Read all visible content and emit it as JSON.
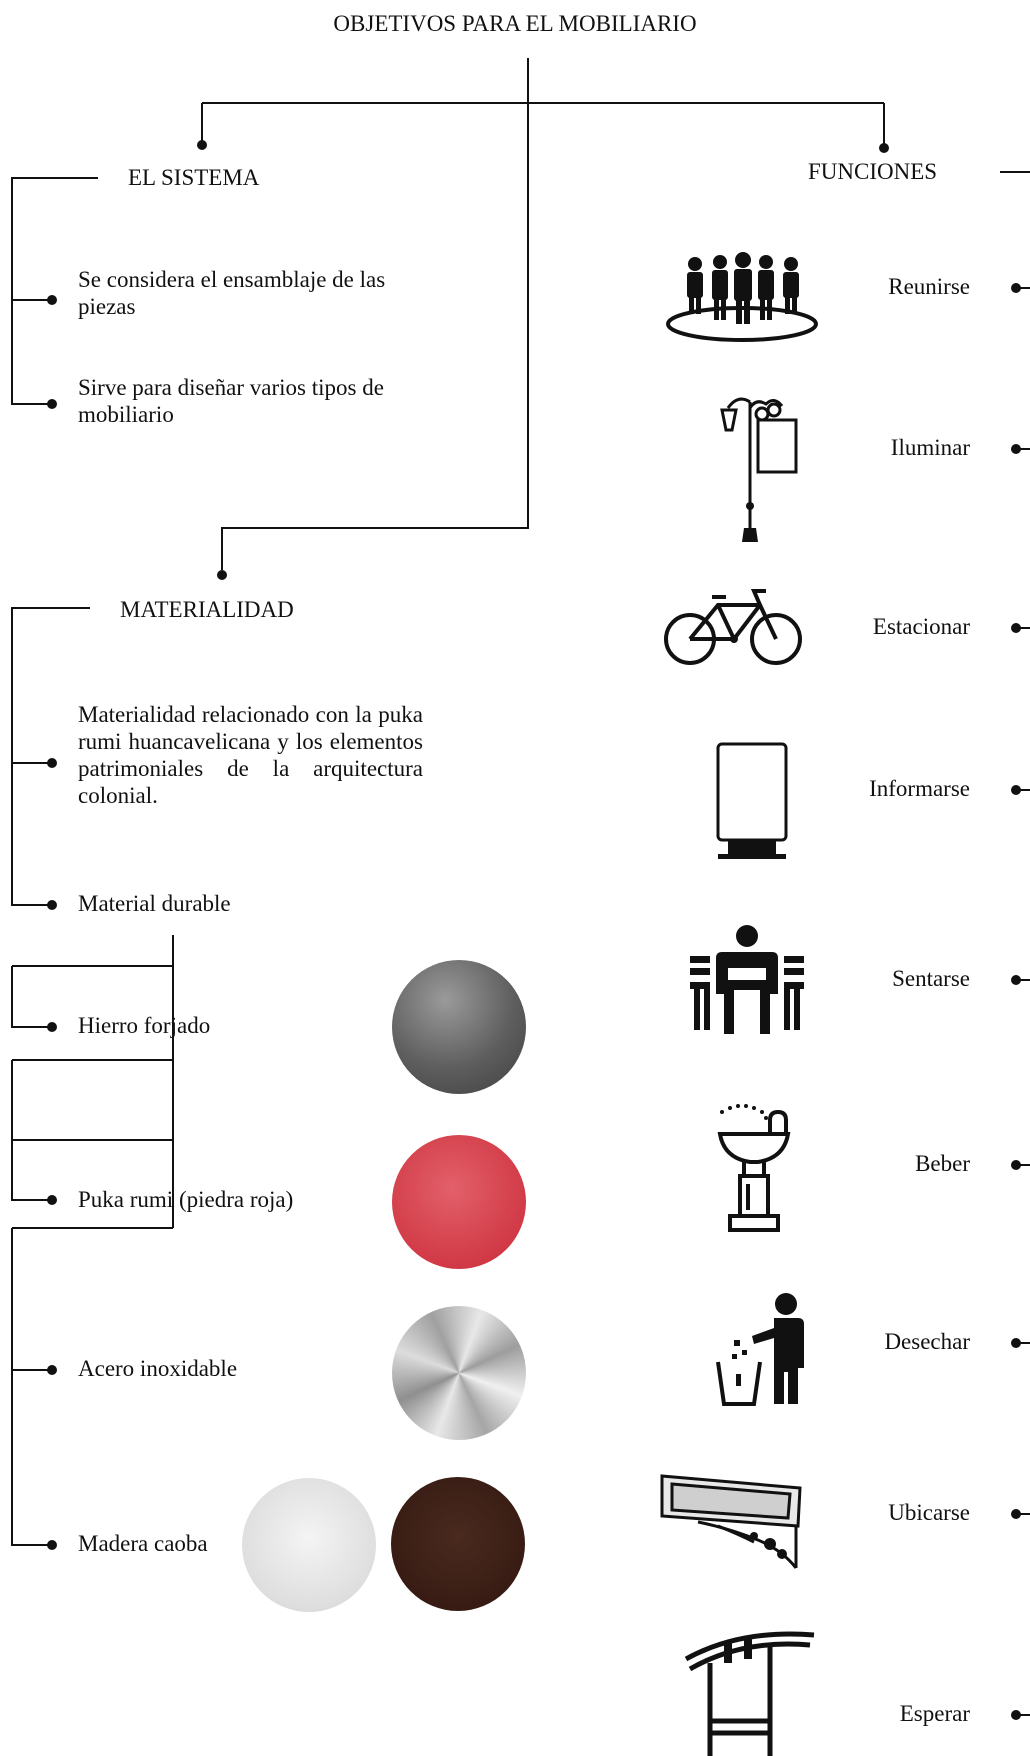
{
  "title": "OBJETIVOS PARA EL MOBILIARIO",
  "sistema": {
    "heading": "EL SISTEMA",
    "items": [
      "Se considera el ensamblaje de las piezas",
      "Sirve para diseñar varios tipos de mobiliario"
    ]
  },
  "materialidad": {
    "heading": "MATERIALIDAD",
    "description": "Materialidad relacionado con la puka rumi huancavelicana y  los elementos patrimoniales de la arquitectura colonial.",
    "durable_label": "Material durable",
    "materials": [
      {
        "label": "Hierro forjado",
        "color": "#6b6b6b"
      },
      {
        "label": "Puka rumi (piedra roja)",
        "color": "#d9414d"
      },
      {
        "label": "Acero inoxidable",
        "color": "#bdbdbd"
      },
      {
        "label": "Madera caoba",
        "color": "#3d2017",
        "alt_color": "#e6e6e6"
      }
    ]
  },
  "funciones": {
    "heading": "FUNCIONES",
    "items": [
      {
        "label": "Reunirse",
        "icon": "people-group-icon"
      },
      {
        "label": "Iluminar",
        "icon": "street-lamp-icon"
      },
      {
        "label": "Estacionar",
        "icon": "bicycle-icon"
      },
      {
        "label": "Informarse",
        "icon": "info-panel-icon"
      },
      {
        "label": "Sentarse",
        "icon": "person-sitting-bench-icon"
      },
      {
        "label": "Beber",
        "icon": "drinking-fountain-icon"
      },
      {
        "label": "Desechar",
        "icon": "trash-disposal-icon"
      },
      {
        "label": "Ubicarse",
        "icon": "street-sign-icon"
      },
      {
        "label": "Esperar",
        "icon": "bus-shelter-icon"
      }
    ]
  }
}
